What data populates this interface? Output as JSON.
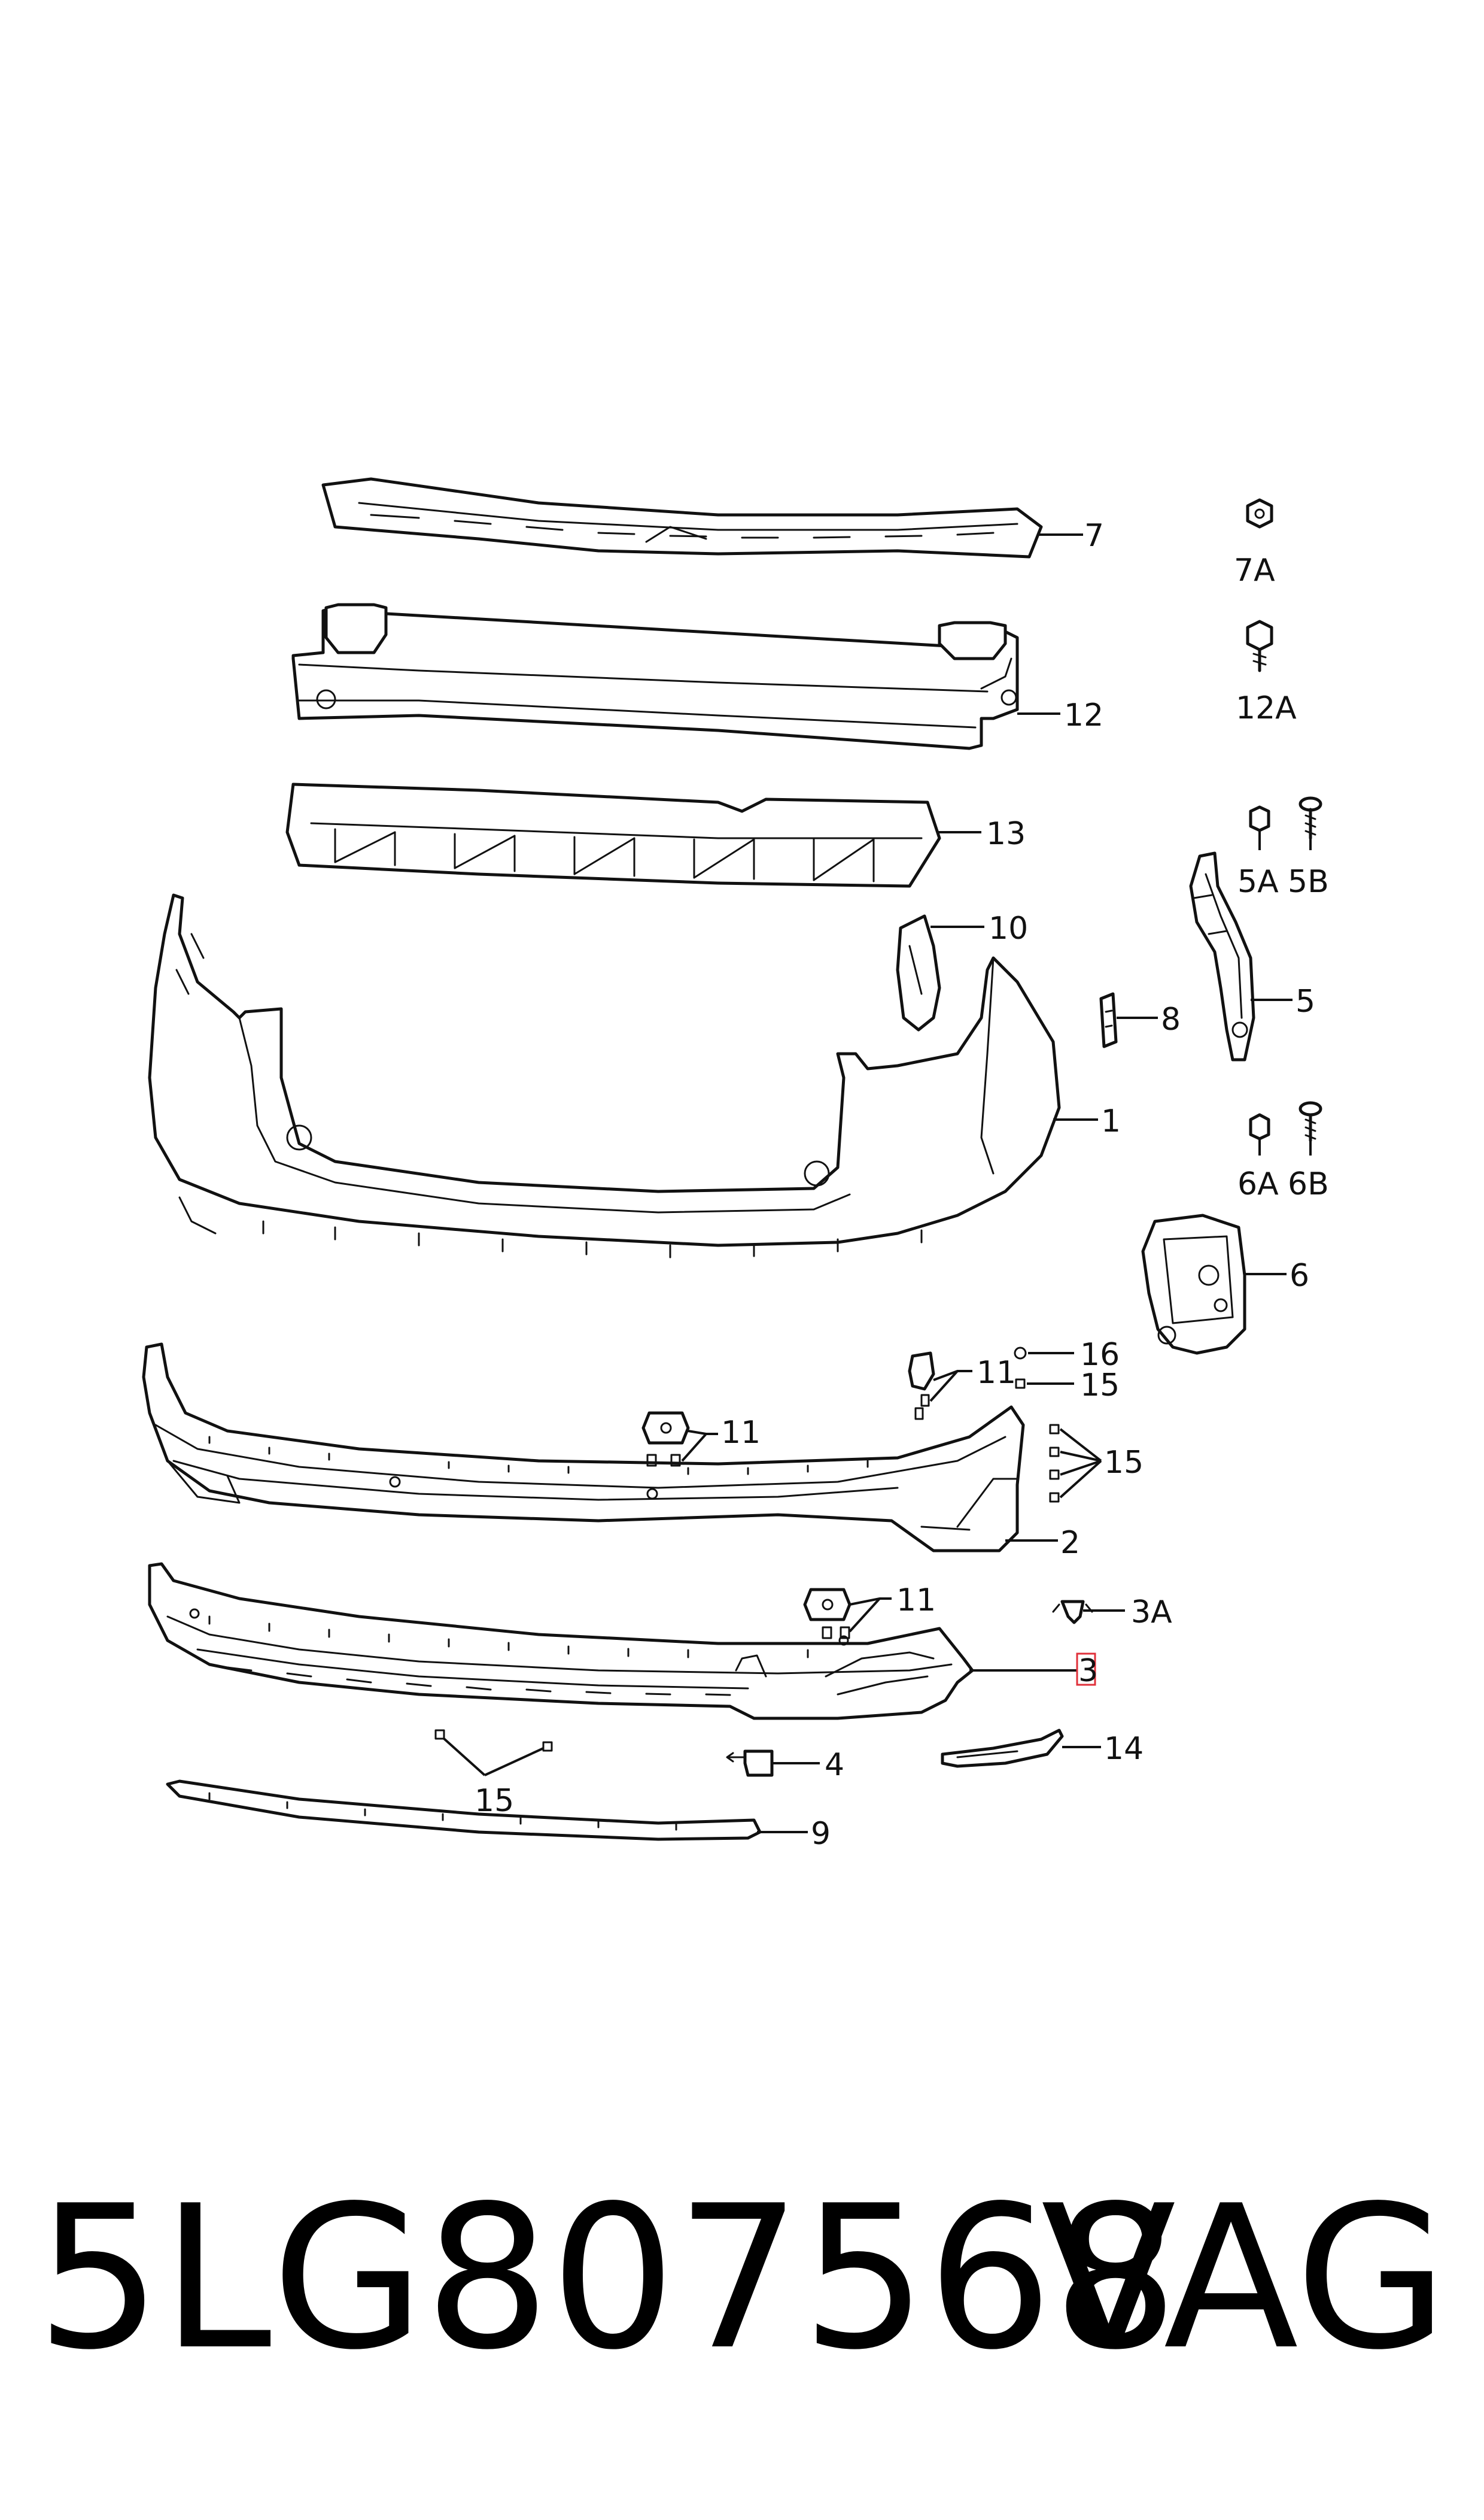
{
  "diagram": {
    "callouts": {
      "c7": "7",
      "c7a": "7A",
      "c12": "12",
      "c12a": "12A",
      "c13": "13",
      "c5a": "5A",
      "c5b": "5B",
      "c10": "10",
      "c8": "8",
      "c5": "5",
      "c1": "1",
      "c6a": "6A",
      "c6b": "6B",
      "c6": "6",
      "c16": "16",
      "c11a": "11",
      "c15a": "15",
      "c11b": "11",
      "c15b": "15",
      "c2": "2",
      "c3a": "3A",
      "c11c": "11",
      "c3": "3",
      "c14": "14",
      "c4": "4",
      "c15c": "15",
      "c9": "9"
    },
    "highlight_color": "#e0303a"
  },
  "footer": {
    "part_number": "5LG807568",
    "brand": "VAG"
  }
}
